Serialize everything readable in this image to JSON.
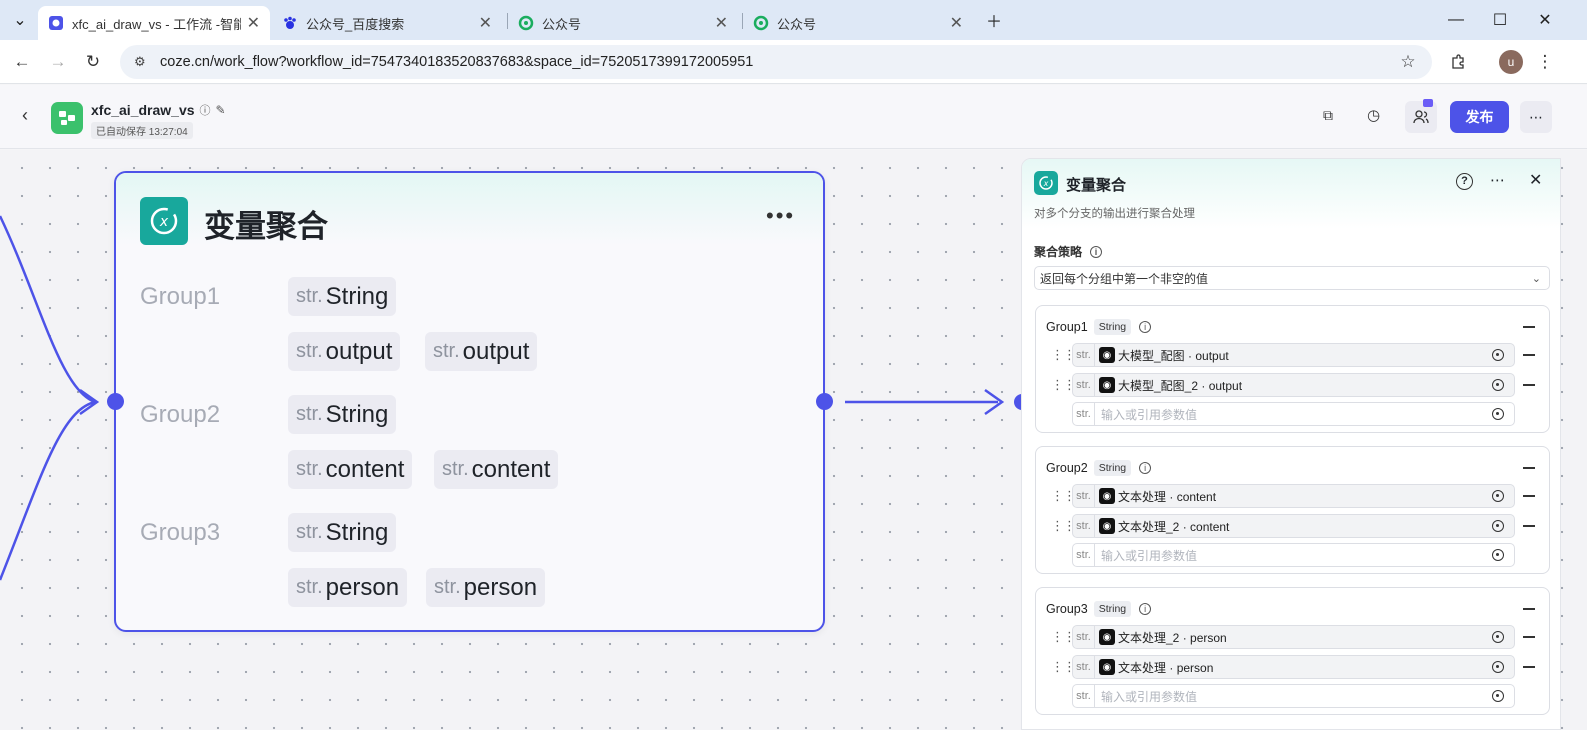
{
  "browser": {
    "tabs": [
      {
        "title": "xfc_ai_draw_vs - 工作流 -智能体",
        "icon": "coze-tab-icon",
        "active": true
      },
      {
        "title": "公众号_百度搜索",
        "icon": "baidu-paw-icon",
        "active": false
      },
      {
        "title": "公众号",
        "icon": "wechat-tab-icon",
        "active": false
      },
      {
        "title": "公众号",
        "icon": "wechat-tab-icon",
        "active": false
      }
    ],
    "url": "coze.cn/work_flow?workflow_id=7547340183520837683&space_id=7520517399172005951",
    "avatar_letter": "u"
  },
  "app": {
    "workflow_name": "xfc_ai_draw_vs",
    "autosave": "已自动保存 13:27:04",
    "publish_label": "发布",
    "accent": "#4d53e8"
  },
  "node": {
    "title": "变量聚合",
    "groups": [
      {
        "label": "Group1",
        "type_chip": "String",
        "inputs": [
          "output",
          "output"
        ]
      },
      {
        "label": "Group2",
        "type_chip": "String",
        "inputs": [
          "content",
          "content"
        ]
      },
      {
        "label": "Group3",
        "type_chip": "String",
        "inputs": [
          "person",
          "person"
        ]
      }
    ],
    "str_prefix": "str."
  },
  "panel": {
    "title": "变量聚合",
    "description": "对多个分支的输出进行聚合处理",
    "strategy_label": "聚合策略",
    "strategy_value": "返回每个分组中第一个非空的值",
    "placeholder": "输入或引用参数值",
    "str_prefix": "str.",
    "groups": [
      {
        "name": "Group1",
        "type": "String",
        "refs": [
          {
            "node": "大模型_配图",
            "field": "output"
          },
          {
            "node": "大模型_配图_2",
            "field": "output"
          }
        ]
      },
      {
        "name": "Group2",
        "type": "String",
        "refs": [
          {
            "node": "文本处理",
            "field": "content"
          },
          {
            "node": "文本处理_2",
            "field": "content"
          }
        ]
      },
      {
        "name": "Group3",
        "type": "String",
        "refs": [
          {
            "node": "文本处理_2",
            "field": "person"
          },
          {
            "node": "文本处理",
            "field": "person"
          }
        ]
      }
    ]
  }
}
